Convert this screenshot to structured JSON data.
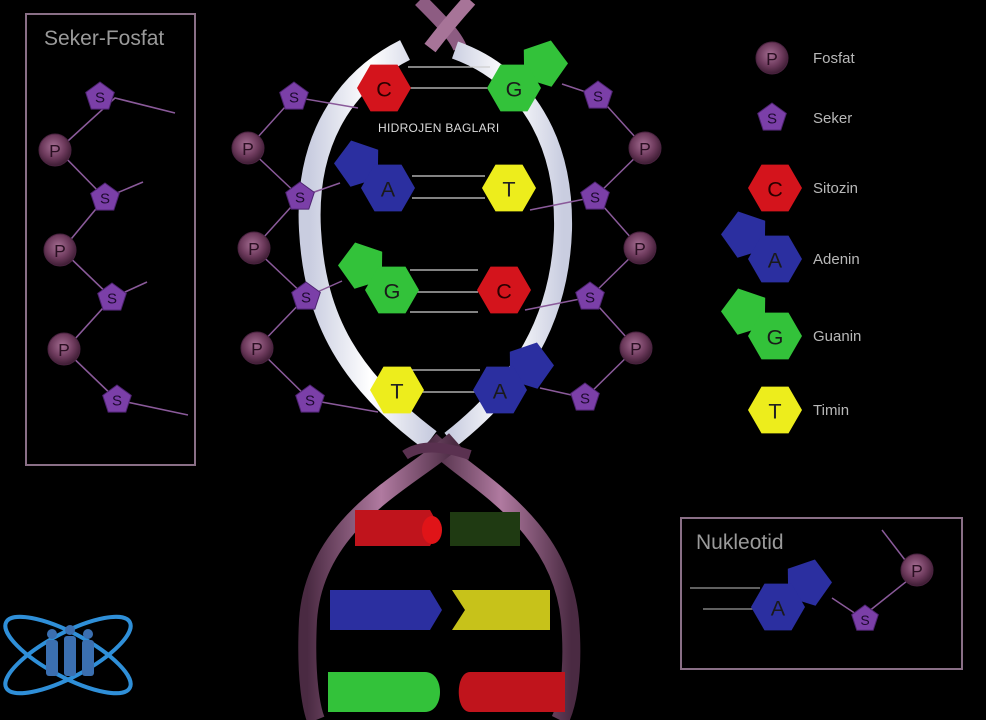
{
  "panels": {
    "seker_fosfat_title": "Seker-Fosfat",
    "nukleotid_title": "Nukleotid"
  },
  "helix": {
    "hydrogen_bonds_label": "HIDROJEN BAGLARI"
  },
  "symbols": {
    "phosphate": "P",
    "sugar": "S",
    "cytosine": "C",
    "guanine": "G",
    "adenine": "A",
    "thymine": "T"
  },
  "legend": {
    "items": [
      {
        "symbol": "P",
        "label": "Fosfat",
        "icon": "phosphate-icon"
      },
      {
        "symbol": "S",
        "label": "Seker",
        "icon": "sugar-pentagon-icon"
      },
      {
        "symbol": "C",
        "label": "Sitozin",
        "icon": "cytosine-hexagon-icon"
      },
      {
        "symbol": "A",
        "label": "Adenin",
        "icon": "adenine-double-ring-icon"
      },
      {
        "symbol": "G",
        "label": "Guanin",
        "icon": "guanine-double-ring-icon"
      },
      {
        "symbol": "T",
        "label": "Timin",
        "icon": "thymine-hexagon-icon"
      }
    ]
  },
  "colors": {
    "phosphate": "#6d3a5c",
    "sugar": "#7b3fa8",
    "cytosine": "#d4141c",
    "guanine": "#33c23a",
    "adenine": "#2b2fa0",
    "thymine": "#eded1c",
    "backbone": "#7a4a6c",
    "ribbon": "#dfe3f0",
    "panel_border": "#8a6f86"
  },
  "base_pairs": [
    {
      "left": "C",
      "right": "G"
    },
    {
      "left": "A",
      "right": "T"
    },
    {
      "left": "G",
      "right": "C"
    },
    {
      "left": "T",
      "right": "A"
    }
  ]
}
